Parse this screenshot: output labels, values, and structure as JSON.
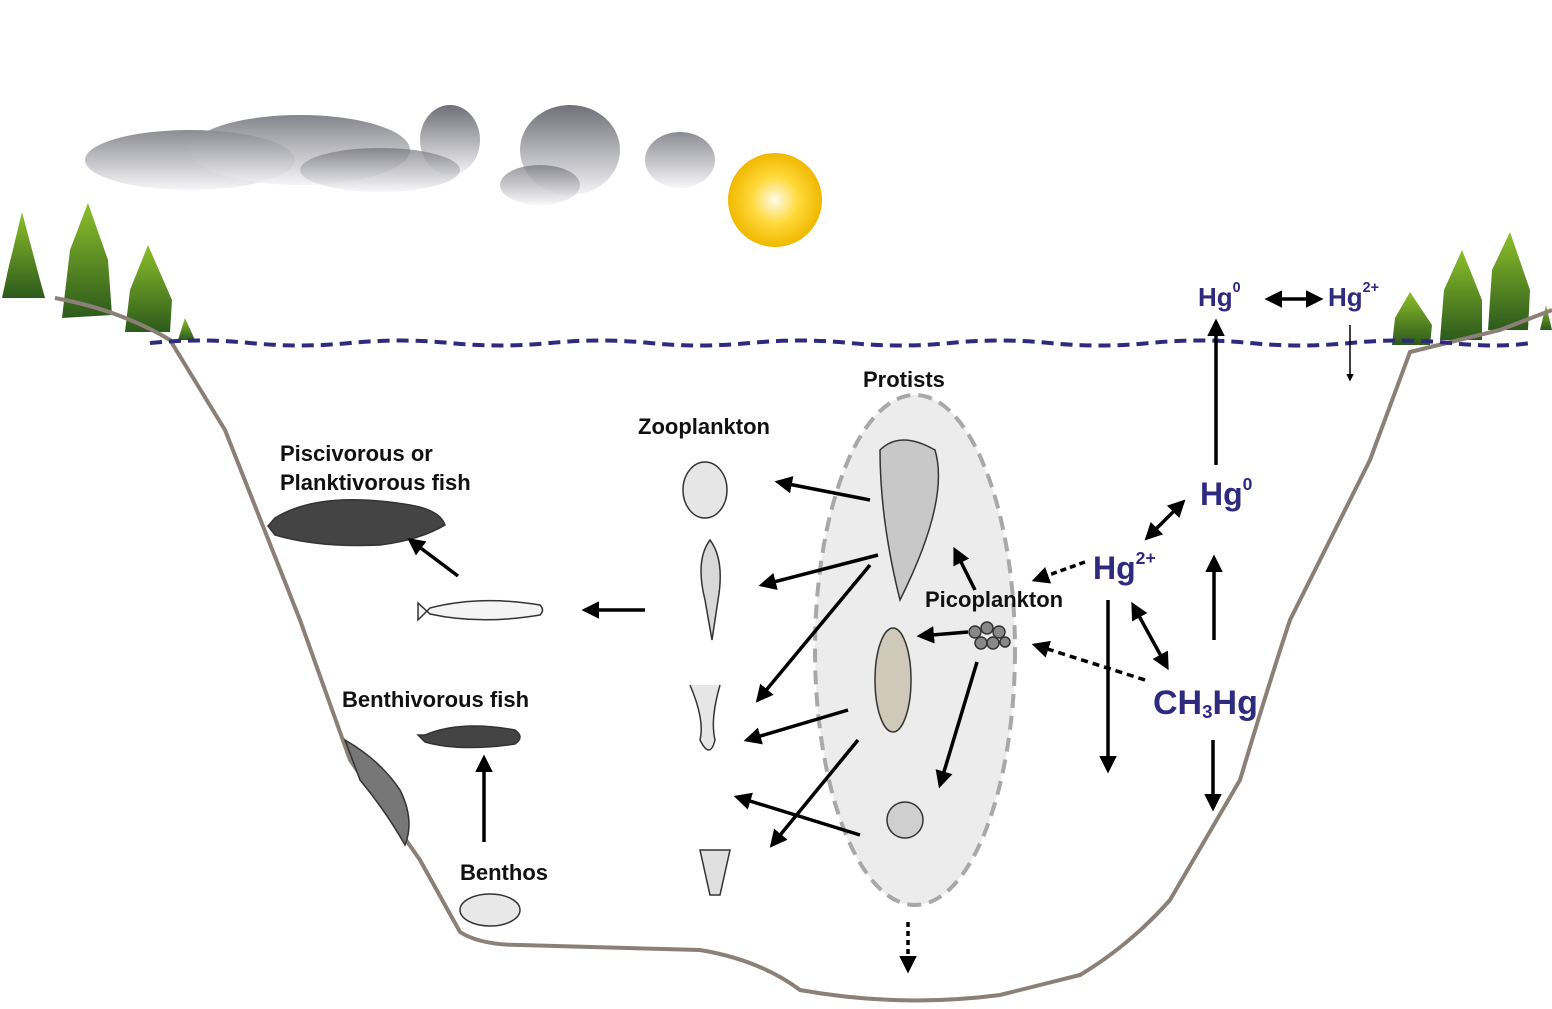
{
  "labels": {
    "protists": "Protists",
    "zooplankton": "Zooplankton",
    "fish_top_line1": "Piscivorous or",
    "fish_top_line2": "Planktivorous fish",
    "benthivorous": "Benthivorous fish",
    "benthos": "Benthos",
    "picoplankton": "Picoplankton"
  },
  "mercury": {
    "hg0_air": {
      "base": "Hg",
      "sup": "0"
    },
    "hg2_air": {
      "base": "Hg",
      "sup": "2+"
    },
    "hg0_water": {
      "base": "Hg",
      "sup": "0"
    },
    "hg2_water": {
      "base": "Hg",
      "sup": "2+"
    },
    "ch3hg": {
      "pre": "CH",
      "sub": "3",
      "post": "Hg"
    }
  },
  "colors": {
    "mercury_text": "#2e2a7e",
    "water_line": "#2e2a7e",
    "lake_outline": "#8c7f78",
    "sun": "#f5c400",
    "protist_zone": "#ececec"
  }
}
